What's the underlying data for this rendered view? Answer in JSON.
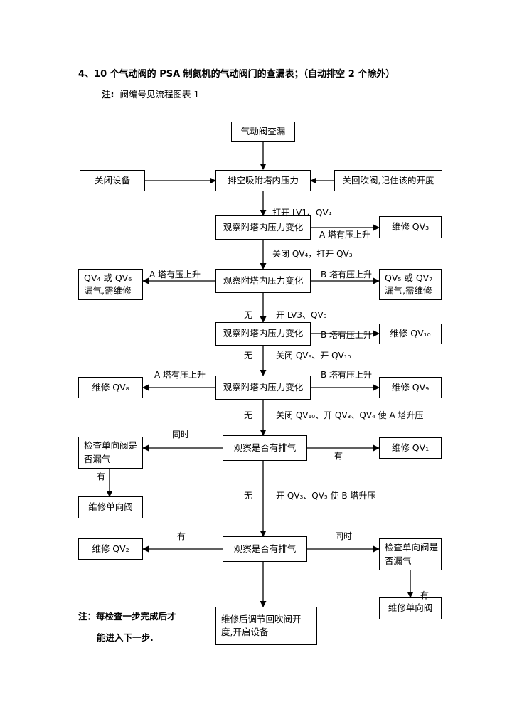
{
  "heading": "4、10 个气动阀的 PSA 制氮机的气动阀门的查漏表；（自动排空 2 个除外）",
  "note_top": {
    "prefix": "注:",
    "text": "阀编号见流程图表 1"
  },
  "note_bottom": {
    "line1": "注：每检查一步完成后才",
    "line2": "能进入下一步."
  },
  "boxes": {
    "start": "气动阀查漏",
    "close_device": "关闭设备",
    "vent": "排空吸附塔内压力",
    "close_blowback": "关回吹阀,记住该的开度",
    "observe1": "观察附塔内压力变化",
    "repair_qv3": "维修 QV₃",
    "observe2": "观察附塔内压力变化",
    "qv4_qv6": "QV₄ 或 QV₆ 漏气,需维修",
    "qv5_qv7": "QV₅ 或 QV₇ 漏气,需维修",
    "observe3": "观察附塔内压力变化",
    "repair_qv10": "维修 QV₁₀",
    "observe4": "观察附塔内压力变化",
    "repair_qv8": "维修 QV₈",
    "repair_qv9": "维修 QV₉",
    "observe_exhaust1": "观察是否有排气",
    "check_valve1": "检查单向阀是否漏气",
    "repair_qv1": "维修 QV₁",
    "repair_check1": "维修单向阀",
    "observe_exhaust2": "观察是否有排气",
    "repair_qv2": "维修 QV₂",
    "check_valve2": "检查单向阀是否漏气",
    "repair_check2": "维修单向阀",
    "final": "维修后调节回吹阀开度,开启设备"
  },
  "labels": {
    "open_lv1_qv4": "打开 LV1、QV₄",
    "a_rise1": "A 塔有压上升",
    "close_qv4_open_qv3": "关闭 QV₄，打开 QV₃",
    "a_rise2": "A 塔有压上升",
    "b_rise2": "B 塔有压上升",
    "none1": "无",
    "open_lv3_qv9": "开 LV3、QV₉",
    "b_rise3": "B 塔有压上升",
    "none2": "无",
    "close_qv9_open_qv10": "关闭 QV₉、开 QV₁₀",
    "a_rise4": "A 塔有压上升",
    "b_rise4": "B 塔有压上升",
    "none3": "无",
    "close_qv10_open_qv3_qv4": "关闭 QV₁₀、开 QV₃、QV₄ 使 A 塔升压",
    "simultaneous1": "同时",
    "yes1": "有",
    "yes2": "有",
    "none4": "无",
    "open_qv3_qv5": "开 QV₃、QV₅ 使 B 塔升压",
    "yes3": "有",
    "simultaneous2": "同时",
    "yes4": "有"
  }
}
